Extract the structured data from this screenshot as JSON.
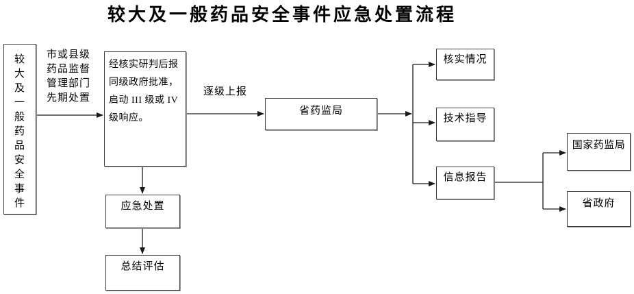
{
  "title": "较大及一般药品安全事件应急处置流程",
  "nodes": {
    "event": "较\n大\n及\n一\n般\n药\n品\n安\n全\n事\n件",
    "response": "经核实研判后报\n同级政府批准，\n启动 III 级或 IV\n级响应。",
    "provincial_bureau": "省药监局",
    "verify": "核实情况",
    "technical": "技术指导",
    "info_report": "信息报告",
    "national_bureau": "国家药监局",
    "provincial_govt": "省政府",
    "emergency": "应急处置",
    "summary": "总结评估"
  },
  "labels": {
    "initial_handling": "市或县级\n药品监督\n管理部门\n先期处置",
    "escalate": "逐级上报"
  },
  "colors": {
    "text": "#000000",
    "box_border": "#3f3f3f",
    "connector_line": "#1a1a1a",
    "background": "#ffffff"
  }
}
